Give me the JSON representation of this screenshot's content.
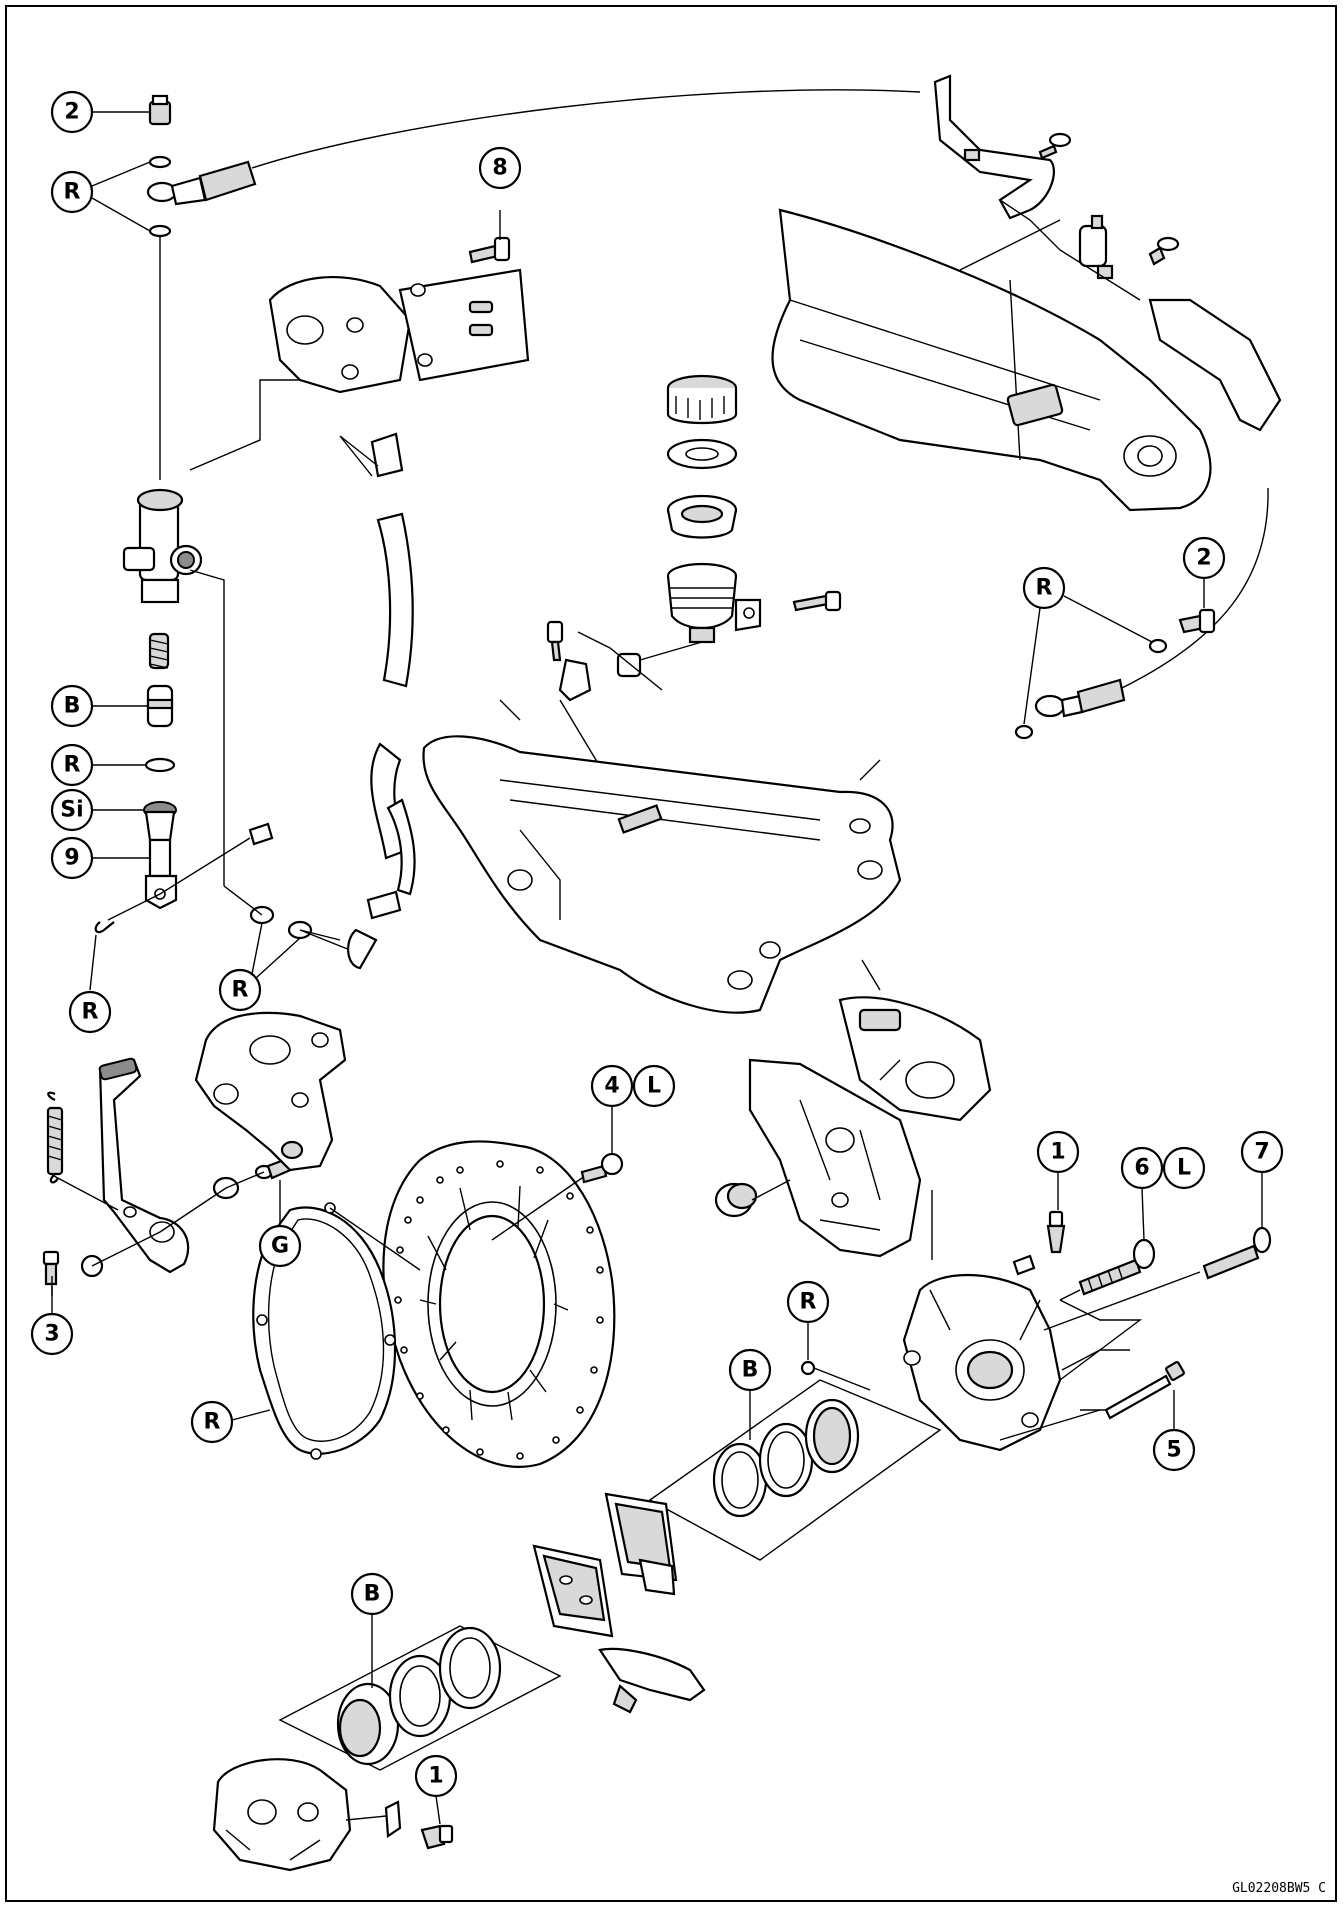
{
  "callouts": {
    "c2a": "2",
    "cRa": "R",
    "c8": "8",
    "cB1": "B",
    "cR2": "R",
    "cSi": "Si",
    "c9": "9",
    "cR3": "R",
    "cR4": "R",
    "c2b": "2",
    "cR5": "R",
    "c4": "4",
    "c4L": "L",
    "c1a": "1",
    "c6": "6",
    "c6L": "L",
    "c7": "7",
    "cG": "G",
    "c3": "3",
    "cR6": "R",
    "cR7": "R",
    "cB2": "B",
    "c5": "5",
    "cB3": "B",
    "c1b": "1"
  },
  "code": "GL02208BW5 C"
}
